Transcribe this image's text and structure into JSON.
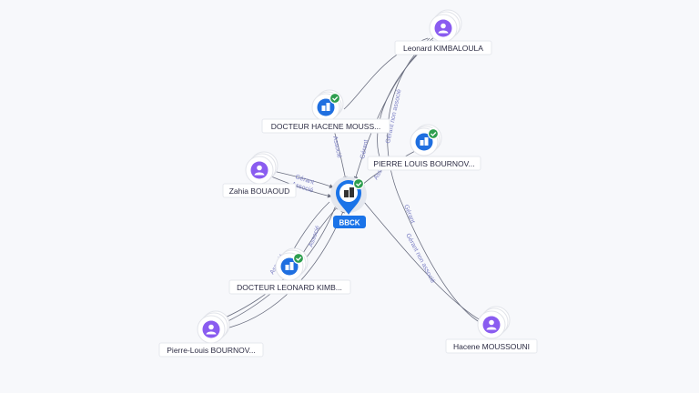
{
  "colors": {
    "person": "#8a5cf0",
    "company": "#1f6fe0",
    "center": "#1a73e8",
    "badge": "#2e9e4f",
    "edge": "#6b6f80",
    "edge_label": "#7b7fc4"
  },
  "center": {
    "label": "BBCK",
    "icon": "building-icon"
  },
  "nodes": [
    {
      "id": "leonard",
      "label": "Leonard KIMBALOULA",
      "kind": "person",
      "icon": "person-icon"
    },
    {
      "id": "dr_hacene",
      "label": "DOCTEUR HACENE MOUSS...",
      "kind": "company",
      "icon": "building-icon",
      "verified": true
    },
    {
      "id": "pierre_louis_co",
      "label": "PIERRE LOUIS BOURNOV...",
      "kind": "company",
      "icon": "building-icon",
      "verified": true
    },
    {
      "id": "zahia",
      "label": "Zahia BOUAOUD",
      "kind": "person",
      "icon": "person-icon"
    },
    {
      "id": "dr_leonard",
      "label": "DOCTEUR LEONARD KIMB...",
      "kind": "company",
      "icon": "building-icon",
      "verified": true
    },
    {
      "id": "pierre_louis",
      "label": "Pierre-Louis BOURNOV...",
      "kind": "person",
      "icon": "person-icon"
    },
    {
      "id": "hacene",
      "label": "Hacene MOUSSOUNI",
      "kind": "person",
      "icon": "person-icon"
    }
  ],
  "edge_labels": {
    "gerant": "Gérant",
    "associe": "Associé",
    "gerant_non_associe": "Gérant non associé"
  }
}
